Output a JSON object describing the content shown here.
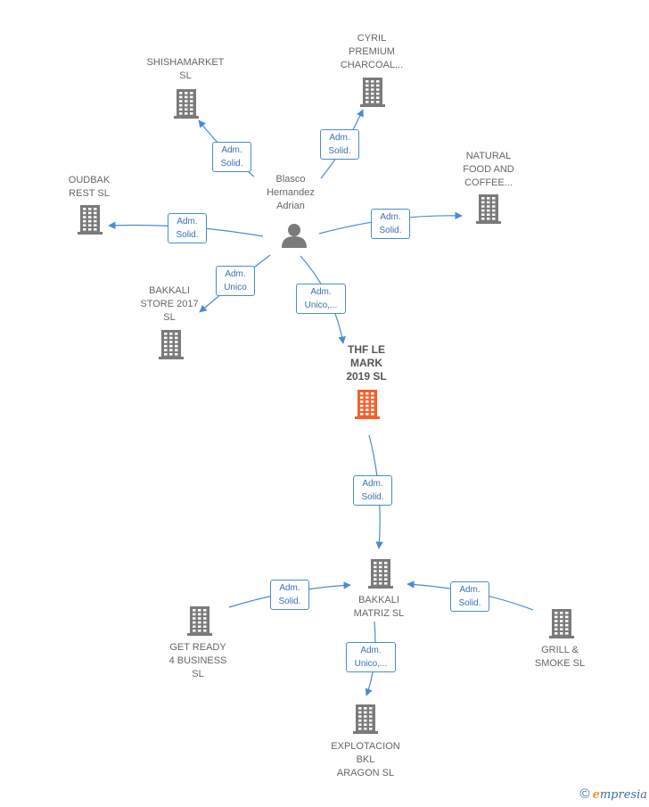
{
  "colors": {
    "edge": "#4a8ad6",
    "building": "#7a7a7a",
    "focus_building": "#f2612d",
    "person": "#7a7a7a"
  },
  "nodes": [
    {
      "id": "blasco",
      "label": "Blasco\nHernandez\nAdrian",
      "kind": "person",
      "icon": "person-icon"
    },
    {
      "id": "shishamarket",
      "label": "SHISHAMARKET\nSL",
      "kind": "company",
      "icon": "building-icon"
    },
    {
      "id": "cyril",
      "label": "CYRIL\nPREMIUM\nCHARCOAL...",
      "kind": "company",
      "icon": "building-icon"
    },
    {
      "id": "natural",
      "label": "NATURAL\nFOOD AND\nCOFFEE...",
      "kind": "company",
      "icon": "building-icon"
    },
    {
      "id": "oudbak",
      "label": "OUDBAK\nREST  SL",
      "kind": "company",
      "icon": "building-icon"
    },
    {
      "id": "bakkali2017",
      "label": "BAKKALI\nSTORE 2017\nSL",
      "kind": "company",
      "icon": "building-icon"
    },
    {
      "id": "thf",
      "label": "THF LE\nMARK\n2019  SL",
      "kind": "focus",
      "icon": "building-icon"
    },
    {
      "id": "matriz",
      "label": "BAKKALI\nMATRIZ  SL",
      "kind": "company",
      "icon": "building-icon"
    },
    {
      "id": "getready",
      "label": "GET READY\n4 BUSINESS\nSL",
      "kind": "company",
      "icon": "building-icon"
    },
    {
      "id": "grill",
      "label": "GRILL &\nSMOKE  SL",
      "kind": "company",
      "icon": "building-icon"
    },
    {
      "id": "explotacion",
      "label": "EXPLOTACION\nBKL\nARAGON  SL",
      "kind": "company",
      "icon": "building-icon"
    }
  ],
  "edges": [
    {
      "from": "blasco",
      "to": "shishamarket",
      "label": "Adm.\nSolid."
    },
    {
      "from": "blasco",
      "to": "cyril",
      "label": "Adm.\nSolid."
    },
    {
      "from": "blasco",
      "to": "natural",
      "label": "Adm.\nSolid."
    },
    {
      "from": "blasco",
      "to": "oudbak",
      "label": "Adm.\nSolid."
    },
    {
      "from": "blasco",
      "to": "bakkali2017",
      "label": "Adm.\nUnico"
    },
    {
      "from": "blasco",
      "to": "thf",
      "label": "Adm.\nUnico,..."
    },
    {
      "from": "thf",
      "to": "matriz",
      "label": "Adm.\nSolid."
    },
    {
      "from": "getready",
      "to": "matriz",
      "label": "Adm.\nSolid."
    },
    {
      "from": "grill",
      "to": "matriz",
      "label": "Adm.\nSolid."
    },
    {
      "from": "matriz",
      "to": "explotacion",
      "label": "Adm.\nUnico,..."
    }
  ],
  "footer": {
    "copyright_symbol": "©",
    "brand_initial": "e",
    "brand_rest": "mpresia"
  }
}
